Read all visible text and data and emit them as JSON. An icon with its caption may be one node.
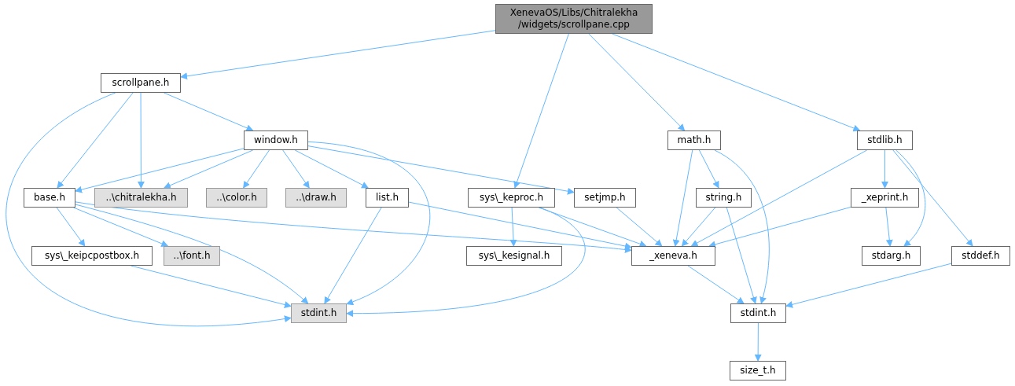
{
  "diagram": {
    "nodes": [
      {
        "text": [
          "XenevaOS/Libs/Chitralekha /widgets/scrollpane.cpp"
        ]
      },
      {
        "text": [
          "scrollpane.h"
        ]
      },
      {
        "text": [
          "window.h"
        ]
      },
      {
        "text": [
          "base.h"
        ]
      },
      {
        "text": [
          "..\\chitralekha.h"
        ]
      },
      {
        "text": [
          "..\\color.h"
        ]
      },
      {
        "text": [
          "..\\draw.h"
        ]
      },
      {
        "text": [
          "list.h"
        ]
      },
      {
        "text": [
          "sys\\_keproc.h"
        ]
      },
      {
        "text": [
          "setjmp.h"
        ]
      },
      {
        "text": [
          "math.h"
        ]
      },
      {
        "text": [
          "stdlib.h"
        ]
      },
      {
        "text": [
          "string.h"
        ]
      },
      {
        "text": [
          "_xeprint.h"
        ]
      },
      {
        "text": [
          "sys\\_keipcpostbox.h"
        ]
      },
      {
        "text": [
          "..\\font.h"
        ]
      },
      {
        "text": [
          "sys\\_kesignal.h"
        ]
      },
      {
        "text": [
          "_xeneva.h"
        ]
      },
      {
        "text": [
          "stdarg.h"
        ]
      },
      {
        "text": [
          "stddef.h"
        ]
      },
      {
        "text": [
          "stdint.h"
        ]
      },
      {
        "text": [
          "stdint.h"
        ]
      },
      {
        "text": [
          "size_t.h"
        ]
      }
    ],
    "edges": [
      {
        "from": 0,
        "to": 1,
        "arrow": "to"
      },
      {
        "from": 0,
        "to": 8,
        "arrow": "to"
      },
      {
        "from": 0,
        "to": 10,
        "arrow": "to"
      },
      {
        "from": 0,
        "to": 11,
        "arrow": "to"
      },
      {
        "from": 1,
        "to": 20,
        "arrow": "to"
      },
      {
        "from": 1,
        "to": 3,
        "arrow": "to"
      },
      {
        "from": 1,
        "to": 4,
        "arrow": "to"
      },
      {
        "from": 1,
        "to": 2,
        "arrow": "to"
      },
      {
        "from": 2,
        "to": 3,
        "arrow": "to"
      },
      {
        "from": 2,
        "to": 4,
        "arrow": "to"
      },
      {
        "from": 2,
        "to": 5,
        "arrow": "to"
      },
      {
        "from": 2,
        "to": 6,
        "arrow": "to"
      },
      {
        "from": 2,
        "to": 7,
        "arrow": "to"
      },
      {
        "from": 2,
        "to": 9,
        "arrow": "to"
      },
      {
        "from": 2,
        "to": 20,
        "arrow": "to"
      },
      {
        "from": 3,
        "to": 14,
        "arrow": "to"
      },
      {
        "from": 3,
        "to": 15,
        "arrow": "to"
      },
      {
        "from": 3,
        "to": 20,
        "arrow": "to"
      },
      {
        "from": 3,
        "to": 17,
        "arrow": "to"
      },
      {
        "from": 14,
        "to": 20,
        "arrow": "to"
      },
      {
        "from": 7,
        "to": 20,
        "arrow": "to"
      },
      {
        "from": 7,
        "to": 17,
        "arrow": "to"
      },
      {
        "from": 8,
        "to": 16,
        "arrow": "to"
      },
      {
        "from": 8,
        "to": 17,
        "arrow": "to"
      },
      {
        "from": 8,
        "to": 20,
        "arrow": "to"
      },
      {
        "from": 9,
        "to": 17,
        "arrow": "to"
      },
      {
        "from": 10,
        "to": 17,
        "arrow": "to"
      },
      {
        "from": 10,
        "to": 12,
        "arrow": "to"
      },
      {
        "from": 10,
        "to": 21,
        "arrow": "to"
      },
      {
        "from": 11,
        "to": 17,
        "arrow": "to"
      },
      {
        "from": 11,
        "to": 13,
        "arrow": "to"
      },
      {
        "from": 11,
        "to": 18,
        "arrow": "to"
      },
      {
        "from": 11,
        "to": 19,
        "arrow": "to"
      },
      {
        "from": 12,
        "to": 17,
        "arrow": "to"
      },
      {
        "from": 12,
        "to": 21,
        "arrow": "to"
      },
      {
        "from": 13,
        "to": 17,
        "arrow": "to"
      },
      {
        "from": 13,
        "to": 18,
        "arrow": "to"
      },
      {
        "from": 17,
        "to": 21,
        "arrow": "to"
      },
      {
        "from": 19,
        "to": 21,
        "arrow": "to"
      },
      {
        "from": 21,
        "to": 22,
        "arrow": "to"
      }
    ]
  }
}
